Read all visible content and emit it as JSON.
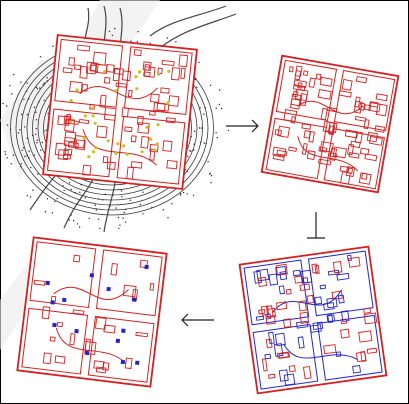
{
  "figure": {
    "border_color": "#000000",
    "background": "#ffffff"
  },
  "colors": {
    "red": "#d42020",
    "blue": "#2424c8",
    "contour": "#333333",
    "watermark": "#e8e8e8",
    "arrow": "#222222"
  },
  "panels": [
    {
      "id": "terrain-overlay",
      "description_name": "contour-map-with-red-layout"
    },
    {
      "id": "red-layout",
      "description_name": "red-urban-layout"
    },
    {
      "id": "mixed-layout",
      "description_name": "blue-and-red-layout"
    },
    {
      "id": "blue-layout",
      "description_name": "blue-urban-layout"
    }
  ],
  "arrows": [
    {
      "from": "terrain-overlay",
      "to": "red-layout",
      "glyph": "→"
    },
    {
      "from": "red-layout",
      "to": "mixed-layout",
      "glyph": "↓"
    },
    {
      "from": "mixed-layout",
      "to": "blue-layout",
      "glyph": "←"
    }
  ]
}
